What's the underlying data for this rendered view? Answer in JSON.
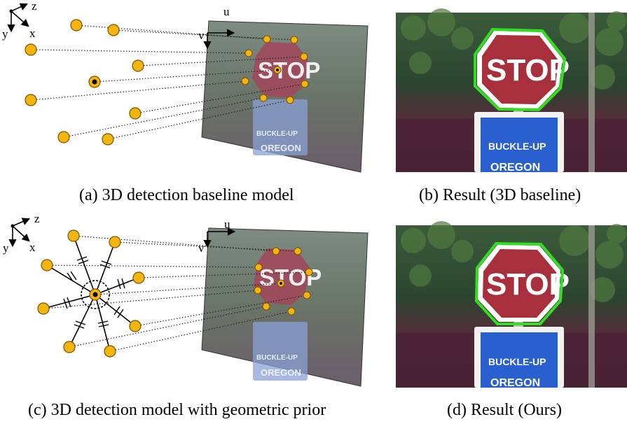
{
  "panels": {
    "a": {
      "caption": "(a) 3D detection baseline model"
    },
    "b": {
      "caption": "(b) Result (3D baseline)"
    },
    "c": {
      "caption": "(c) 3D detection model with geometric prior"
    },
    "d": {
      "caption": "(d) Result (Ours)"
    }
  },
  "axes_3d": {
    "x": "x",
    "y": "y",
    "z": "z"
  },
  "axes_image": {
    "u": "u",
    "v": "v"
  },
  "sign": {
    "main": "STOP",
    "plate_top": "BUCKLE-UP",
    "plate_bottom": "OREGON"
  },
  "colors": {
    "keypoint_fill": "#f5b50f",
    "keypoint_stroke": "#7a5200",
    "detection_outline": "#33dd22",
    "sign_red": "#a8303c",
    "plate_blue": "#2a5fcf",
    "foliage": "#2e4a2c"
  }
}
